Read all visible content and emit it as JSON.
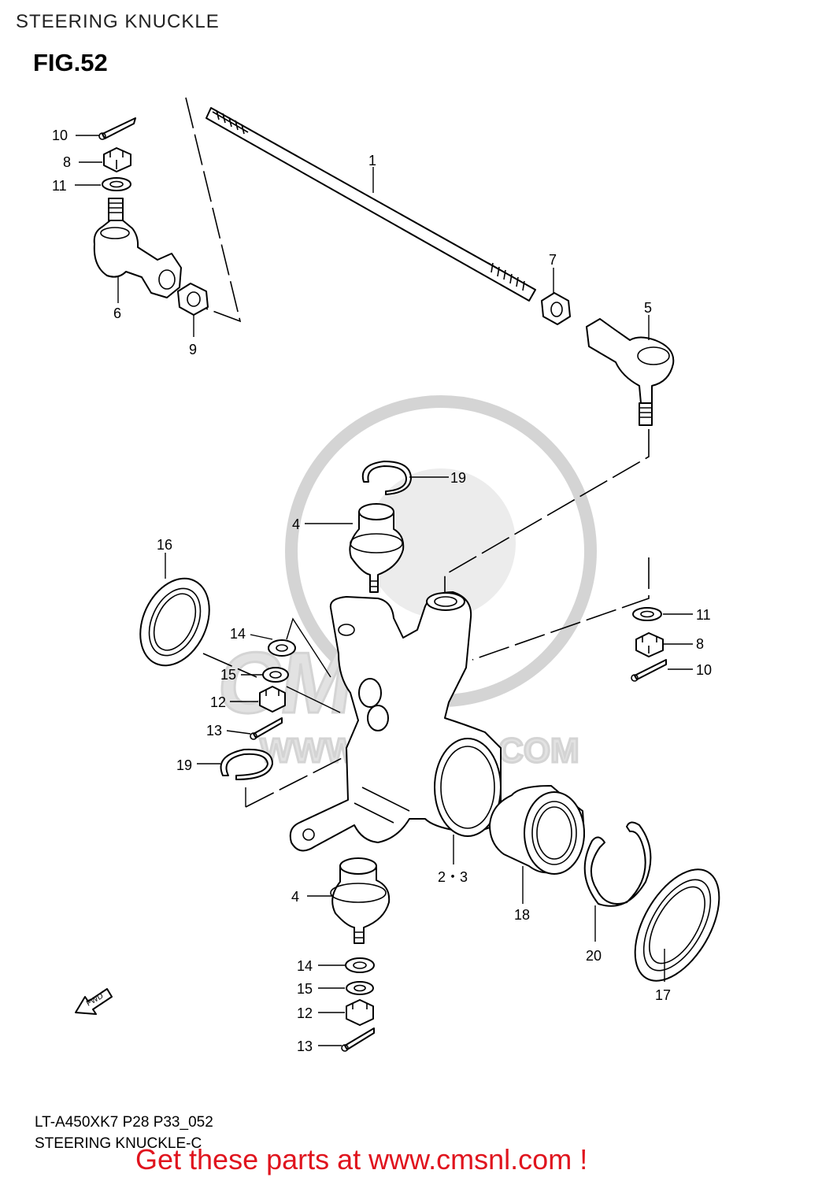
{
  "header": {
    "title": "STEERING KNUCKLE",
    "figure": "FIG.52"
  },
  "watermark": {
    "text": "CMS",
    "url": "WWW.CMSNL.COM"
  },
  "callouts": {
    "c1": "1",
    "c2_3": "2・3",
    "c4a": "4",
    "c4b": "4",
    "c5": "5",
    "c6": "6",
    "c7": "7",
    "c8a": "8",
    "c8b": "8",
    "c9": "9",
    "c10a": "10",
    "c10b": "10",
    "c11a": "11",
    "c11b": "11",
    "c12a": "12",
    "c12b": "12",
    "c13a": "13",
    "c13b": "13",
    "c14a": "14",
    "c14b": "14",
    "c15a": "15",
    "c15b": "15",
    "c16": "16",
    "c17": "17",
    "c18": "18",
    "c19a": "19",
    "c19b": "19",
    "c20": "20"
  },
  "fwd_label": "FWD",
  "footer": {
    "code": "LT-A450XK7 P28 P33_052",
    "name": "STEERING KNUCKLE-C",
    "cta": "Get these parts at www.cmsnl.com !"
  },
  "colors": {
    "cta": "#e0141e",
    "watermark": "#d8d8d8"
  }
}
